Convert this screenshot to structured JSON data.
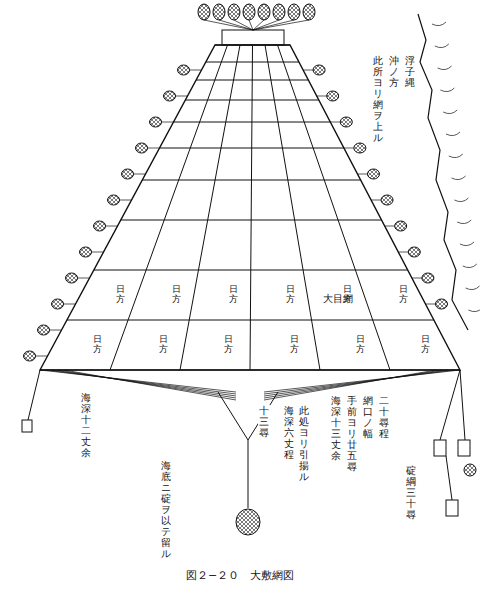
{
  "diagram": {
    "caption": "図２−２０　大敷網図",
    "labels": [
      "海深十二丈余",
      "十三尋",
      "海深六丈程",
      "此処ヨリ引揚ル",
      "海底ニ碇ヲ以テ留ル",
      "海深十三丈余",
      "手前ヨリ廿五尋",
      "網口ノ幅",
      "二十尋程",
      "碇綱三十尋",
      "此所ヨリ網ヲ上ル",
      "沖ノ方",
      "浮子縄",
      "大目網",
      "日方",
      "日方",
      "日方",
      "日方",
      "日方",
      "日方",
      "日方",
      "日方",
      "日方",
      "日方",
      "日方",
      "日方"
    ]
  }
}
